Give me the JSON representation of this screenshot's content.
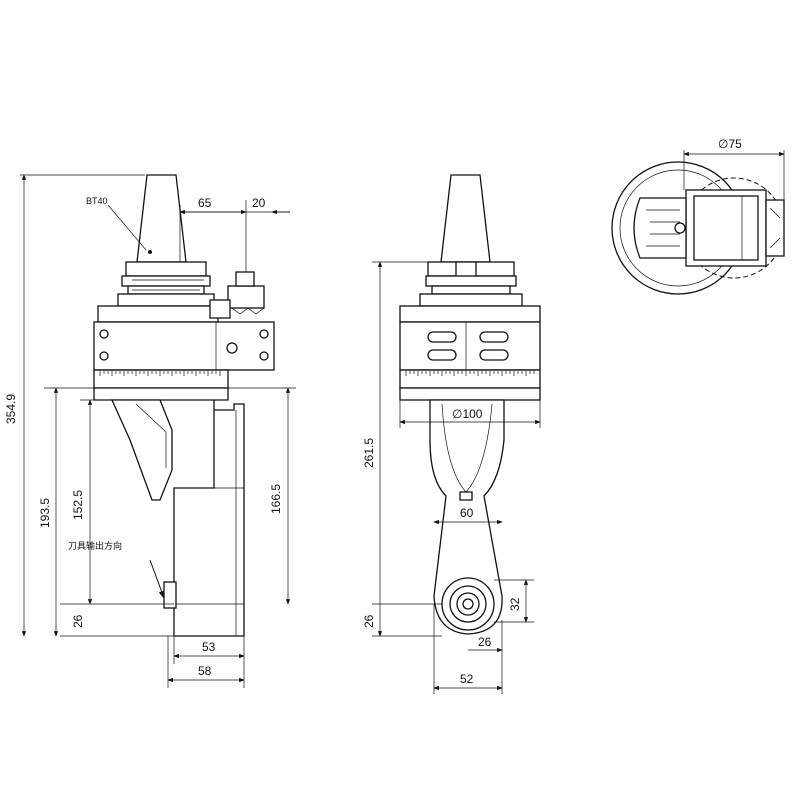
{
  "side_view": {
    "taper_label": "BT40",
    "direction_label": "刀具输出方向",
    "dims": {
      "overall_height": "354.9",
      "height_193": "193.5",
      "height_152": "152.5",
      "height_166": "166.5",
      "offset_65": "65",
      "offset_20": "20",
      "bottom_26": "26",
      "width_53": "53",
      "width_58": "58"
    }
  },
  "front_view": {
    "dims": {
      "height_261": "261.5",
      "dia_100": "∅100",
      "width_60": "60",
      "bottom_26_left": "26",
      "bottom_32": "32",
      "bottom_26_right": "26",
      "width_52": "52"
    }
  },
  "top_view": {
    "dims": {
      "dia_75": "∅75"
    }
  }
}
